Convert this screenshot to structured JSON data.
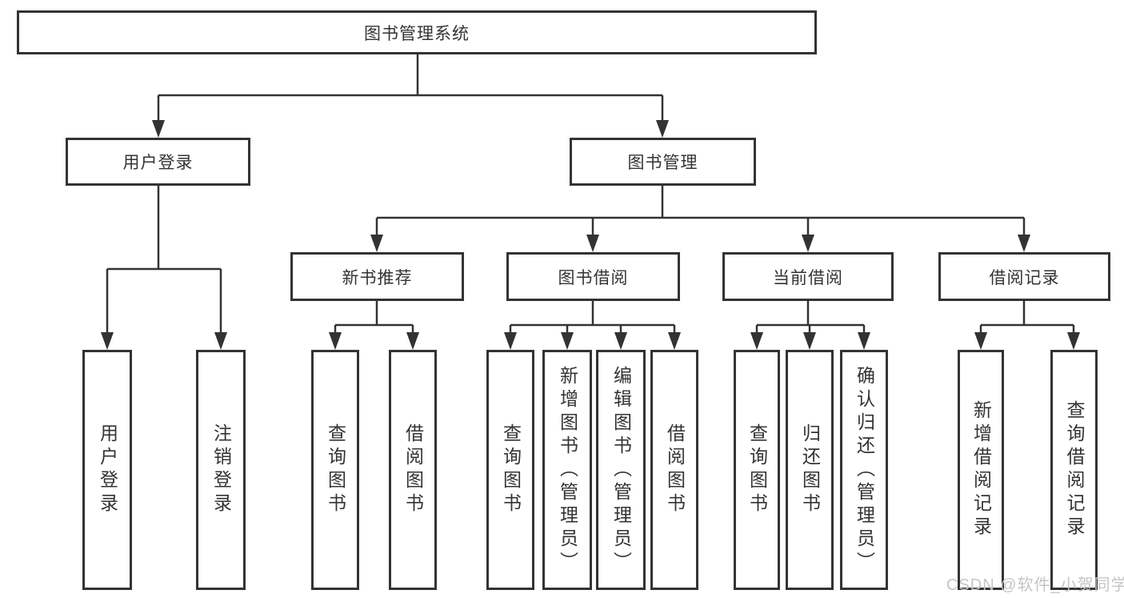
{
  "colors": {
    "line": "#333333",
    "text": "#333333",
    "watermark": "#c5c5c5",
    "box_background": "#ffffff"
  },
  "watermark": "CSDN @软件_小贺同学",
  "tree": {
    "label": "图书管理系统",
    "children": [
      {
        "label": "用户登录",
        "children": [
          {
            "label": "用户登录"
          },
          {
            "label": "注销登录"
          }
        ]
      },
      {
        "label": "图书管理",
        "children": [
          {
            "label": "新书推荐",
            "children": [
              {
                "label": "查询图书"
              },
              {
                "label": "借阅图书"
              }
            ]
          },
          {
            "label": "图书借阅",
            "children": [
              {
                "label": "查询图书"
              },
              {
                "label": "新增图书（管理员）"
              },
              {
                "label": "编辑图书（管理员）"
              },
              {
                "label": "借阅图书"
              }
            ]
          },
          {
            "label": "当前借阅",
            "children": [
              {
                "label": "查询图书"
              },
              {
                "label": "归还图书"
              },
              {
                "label": "确认归还（管理员）"
              }
            ]
          },
          {
            "label": "借阅记录",
            "children": [
              {
                "label": "新增借阅记录"
              },
              {
                "label": "查询借阅记录"
              }
            ]
          }
        ]
      }
    ]
  }
}
